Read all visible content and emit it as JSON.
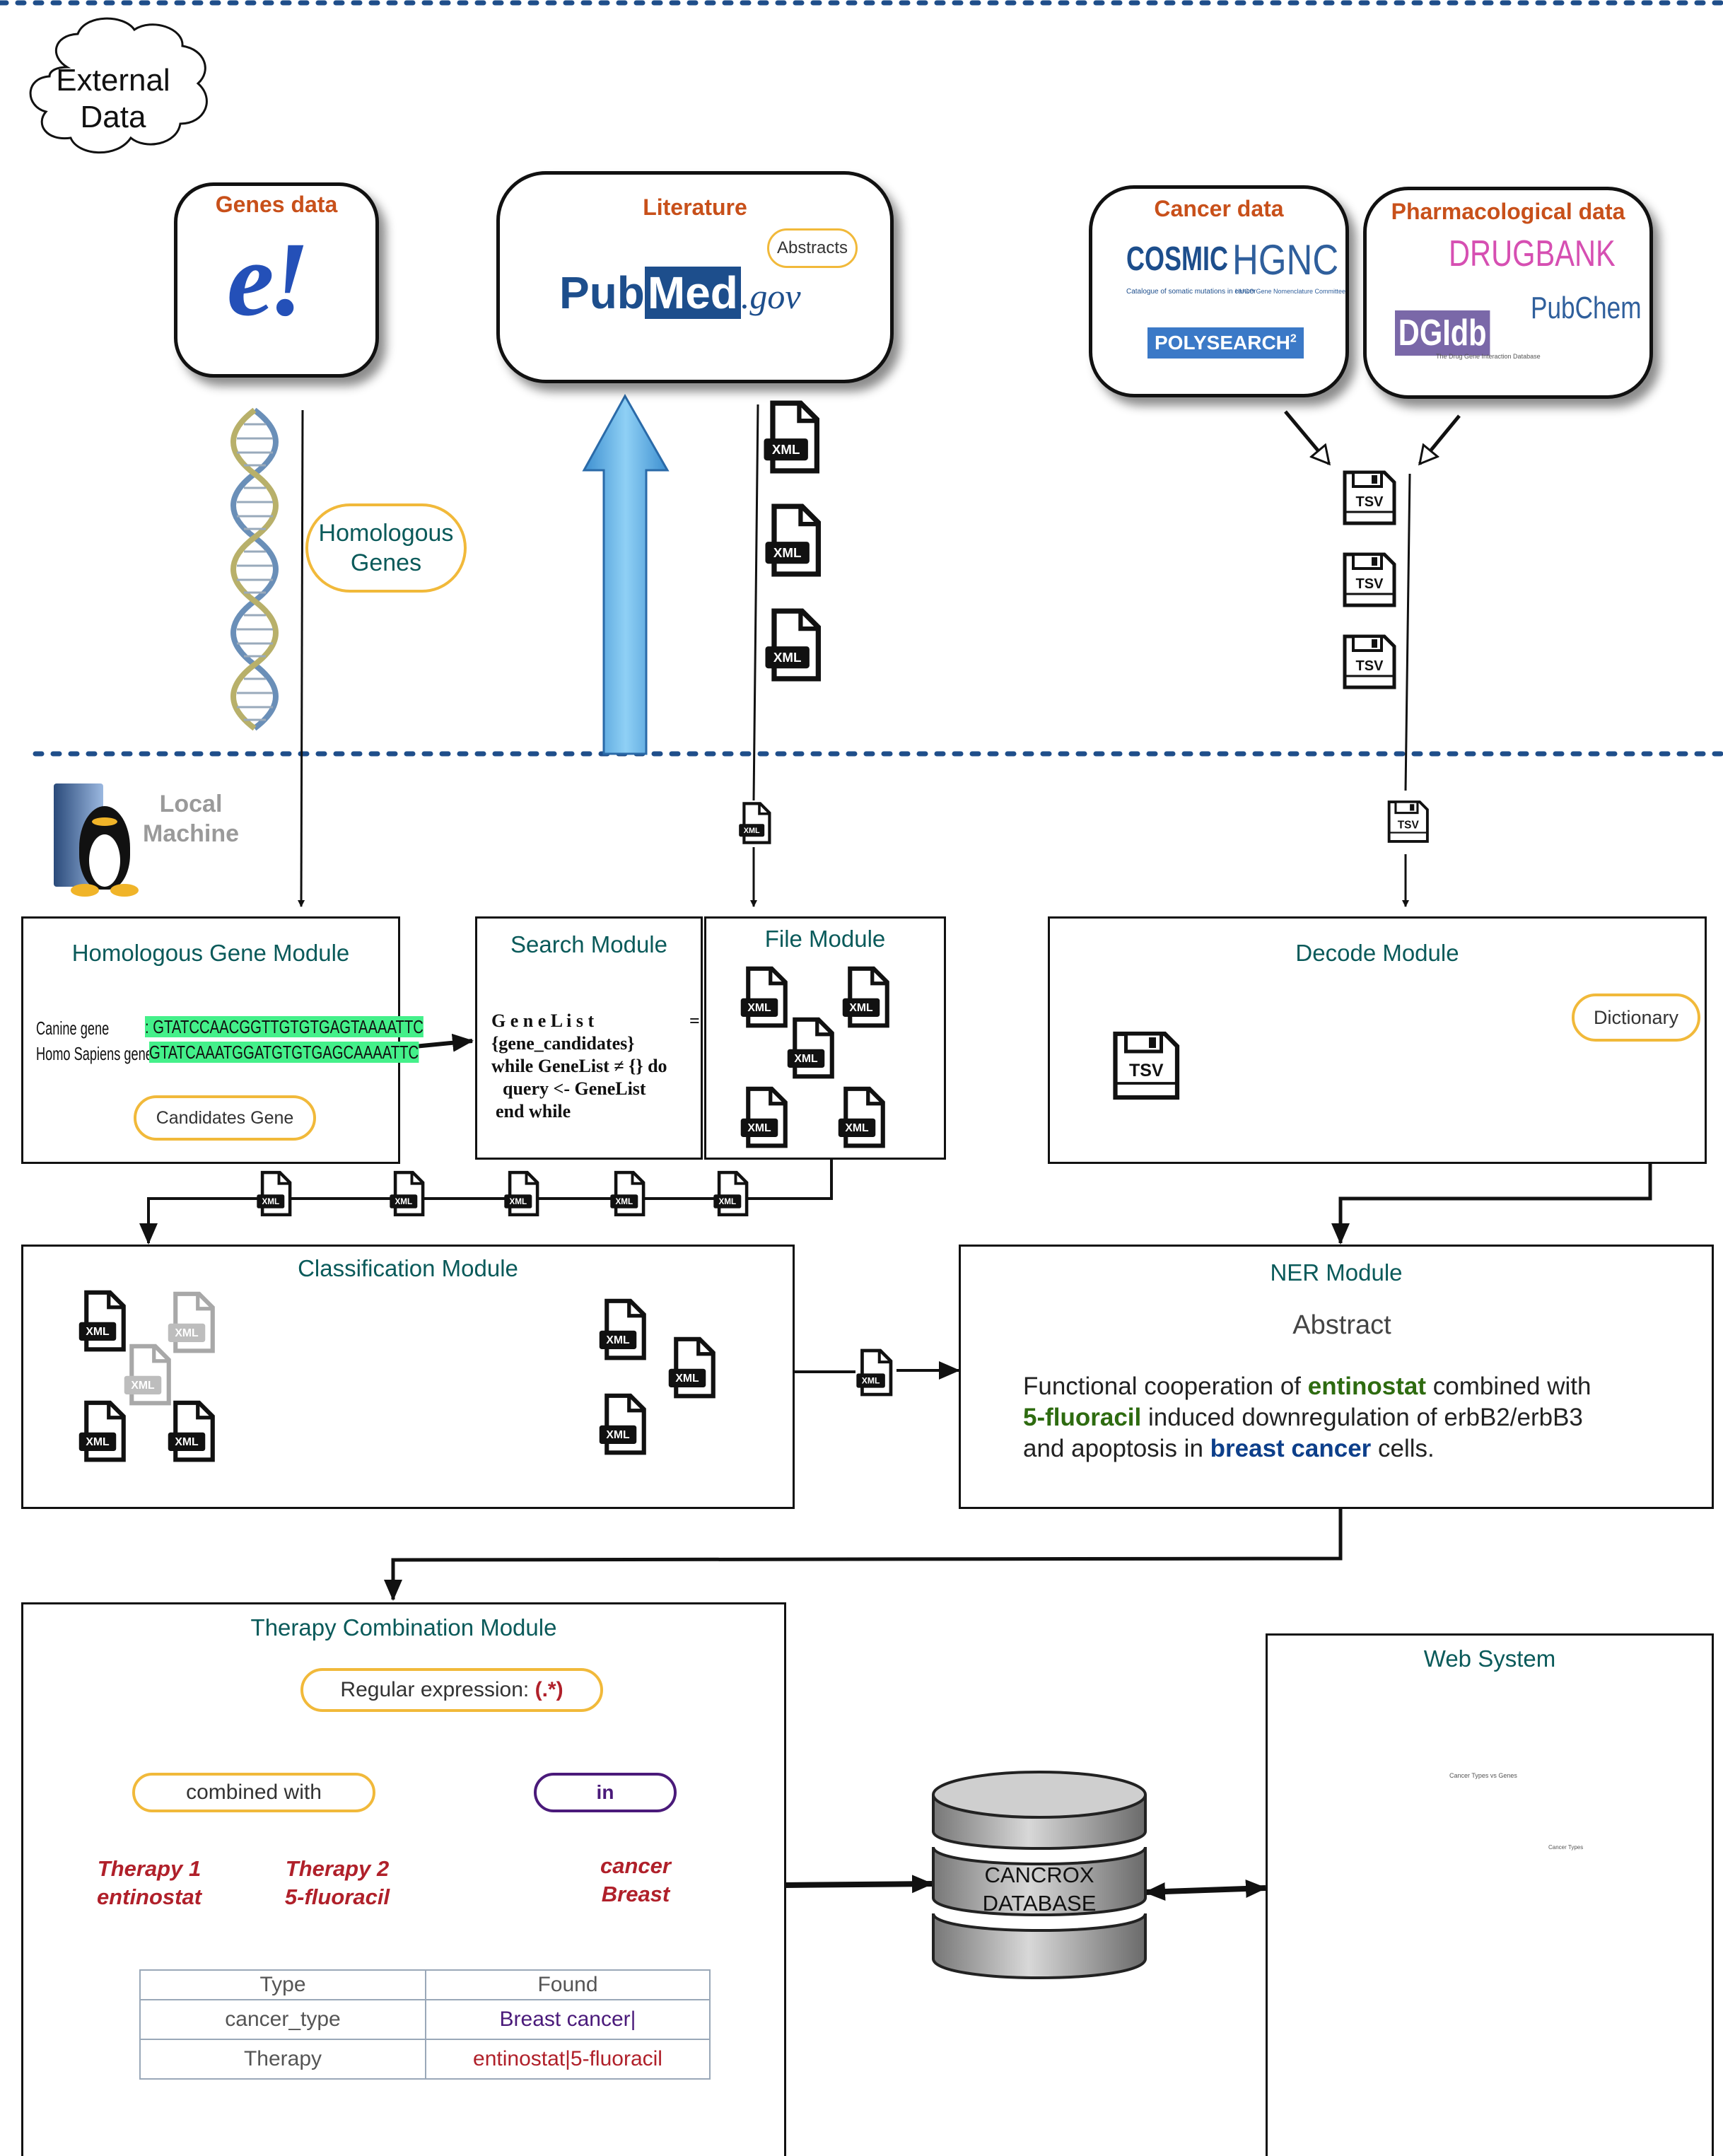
{
  "zones": {
    "external_data_label": "External Data",
    "external_line1": "External",
    "external_line2": "Data",
    "local_machine_line1": "Local",
    "local_machine_line2": "Machine"
  },
  "sources": {
    "genes": {
      "title": "Genes data",
      "logo": "e!"
    },
    "literature": {
      "title": "Literature",
      "logo_pub": "Pub",
      "logo_med": "Med",
      "logo_gov": ".gov",
      "tag": "Abstracts"
    },
    "cancer": {
      "title": "Cancer data",
      "cosmic": "COSMIC",
      "cosmic_sub": "Catalogue of somatic mutations in cancer",
      "hgnc": "HGNC",
      "hgnc_sub": "HUGO Gene Nomenclature Committee",
      "polysearch": "POLYSEARCH",
      "polysearch_sup": "2"
    },
    "pharma": {
      "title": "Pharmacological data",
      "drugbank": "DRUGBANK",
      "pubchem": "PubChem",
      "dgidb": "DGIdb",
      "dgidb_sub": "The Drug Gene Interaction Database"
    }
  },
  "labels": {
    "homologous_genes_line1": "Homologous",
    "homologous_genes_line2": "Genes",
    "xml": "XML",
    "tsv": "TSV"
  },
  "modules": {
    "homologous": {
      "title": "Homologous Gene Module",
      "canine_label": "Canine gene",
      "canine_seq": ": GTATCCAACGGTTGTGTGAGTAAAATTC",
      "human_label": "Homo Sapiens gene:",
      "human_seq": "GTATCAAATGGATGTGTGAGCAAAATTC",
      "candidates": "Candidates Gene"
    },
    "search": {
      "title": "Search Module",
      "code1": "G e n e L i s t",
      "code_eq": "=",
      "code2": "{gene_candidates}",
      "code3": "while GeneList ≠ {} do",
      "code4": "query <- GeneList",
      "code5": "end while"
    },
    "file": {
      "title": "File Module"
    },
    "decode": {
      "title": "Decode Module",
      "dictionary": "Dictionary"
    },
    "classification": {
      "title": "Classification Module"
    },
    "ner": {
      "title": "NER Module",
      "abstract_header": "Abstract",
      "text_a": "Functional cooperation of",
      "drug1": "entinostat",
      "text_b": "combined  with",
      "drug2": "5-fluoracil",
      "text_c": "induced downregulation of erbB2/erbB3",
      "text_d": "and apoptosis in",
      "cancer": "breast cancer",
      "text_e": "cells."
    },
    "therapy": {
      "title": "Therapy Combination Module",
      "regex_label": "Regular expression: ",
      "regex_value": "(.*)",
      "combined_with": "combined with",
      "in": "in",
      "therapy1_line1": "Therapy 1",
      "therapy1_line2": "entinostat",
      "therapy2_line1": "Therapy 2",
      "therapy2_line2": "5-fluoracil",
      "cancer_line1": "cancer",
      "cancer_line2": "Breast",
      "table": {
        "headers": [
          "Type",
          "Found"
        ],
        "rows": [
          [
            "cancer_type",
            "Breast cancer|"
          ],
          [
            "Therapy",
            "entinostat|5-fluoracil"
          ]
        ]
      }
    },
    "database": {
      "line1": "CANCROX",
      "line2": "DATABASE"
    },
    "web": {
      "title": "Web System",
      "screen_chart_title": "Cancer Types vs Genes",
      "screen_panel2": "Cancer Types"
    }
  },
  "colors": {
    "teal": "#0a5a5a",
    "orange_title": "#c8501a",
    "pill_border": "#f1b93a",
    "gene_highlight": "#44f08a",
    "drug_green": "#2e6b10",
    "cancer_blue": "#0d3f8a",
    "therapy_red": "#b0202a",
    "ellipse_fill": "#f4c542",
    "arrow_blue": "#63b6ea",
    "dotted_line": "#1f4e8a"
  }
}
